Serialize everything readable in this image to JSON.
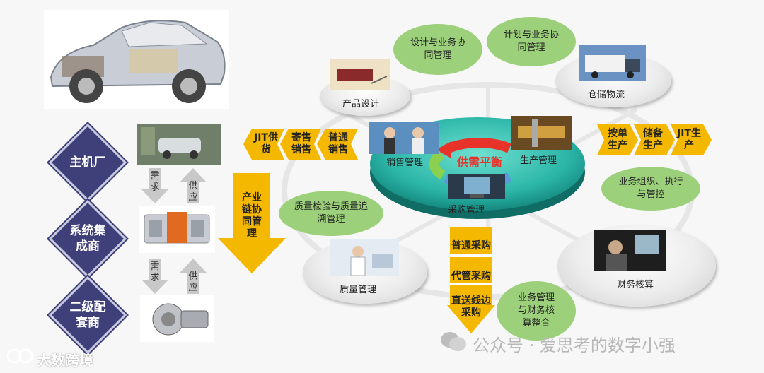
{
  "tiers": [
    {
      "label": "主机厂"
    },
    {
      "label": "系统集成商"
    },
    {
      "label": "二级配套商"
    }
  ],
  "flow_labels": {
    "demand_1": "需求",
    "supply_1": "供应",
    "demand_2": "需求",
    "supply_2": "供应"
  },
  "supply_chain_arrow": "产业链协同管理",
  "sales_arrows": [
    "JIT供货",
    "寄售销售",
    "普通销售"
  ],
  "production_arrows": [
    "按单生产",
    "储备生产",
    "JIT生产"
  ],
  "purchase_arrows": [
    "普通采购",
    "代管采购",
    "直送线边采购"
  ],
  "center": {
    "title": "供需平衡",
    "sales": "销售管理",
    "production": "生产管理",
    "purchasing": "采购管理"
  },
  "nodes": {
    "product_design": "产品设计",
    "warehouse": "仓储物流",
    "quality": "质量管理",
    "finance": "财务核算"
  },
  "bubbles": {
    "design_collab": "设计与业务协同管理",
    "plan_collab": "计划与业务协同管理",
    "biz_control": "业务组织、执行与管控",
    "quality_trace": "质量检验与质量追溯管理",
    "finance_integration": "业务管理与财务核算整合"
  },
  "watermarks": {
    "wechat": "公众号 · 爱思考的数字小强",
    "logo_text": "大数跨境"
  },
  "colors": {
    "diamond": "#3f3f7a",
    "arrow": "#f5b800",
    "bubble": "#9cd07a",
    "platform": "#2bb6a8",
    "red_text": "#e8332a"
  }
}
